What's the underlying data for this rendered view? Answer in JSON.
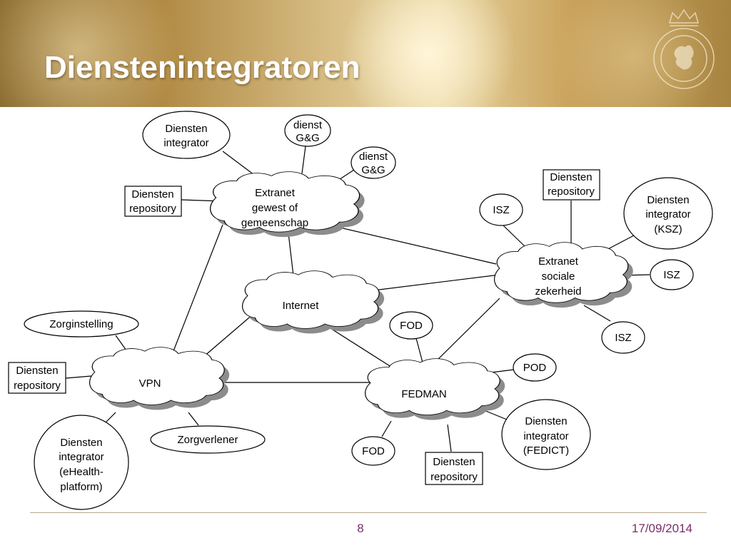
{
  "slide": {
    "title": "Dienstenintegratoren",
    "page_number": "8",
    "date": "17/09/2014"
  },
  "diagram": {
    "clouds": {
      "extranet_gewest": [
        "Extranet",
        "gewest of",
        "gemeenschap"
      ],
      "internet": [
        "Internet"
      ],
      "extranet_sociale": [
        "Extranet",
        "sociale",
        "zekerheid"
      ],
      "vpn": [
        "VPN"
      ],
      "fedman": [
        "FEDMAN"
      ]
    },
    "nodes": {
      "diensten_integrator_top": [
        "Diensten",
        "integrator"
      ],
      "dienst_gg_1": [
        "dienst",
        "G&G"
      ],
      "dienst_gg_2": [
        "dienst",
        "G&G"
      ],
      "diensten_repository_left": [
        "Diensten",
        "repository"
      ],
      "diensten_repository_ksz": [
        "Diensten",
        "repository"
      ],
      "isz_top": [
        "ISZ"
      ],
      "diensten_integrator_ksz": [
        "Diensten",
        "integrator",
        "(KSZ)"
      ],
      "isz_right": [
        "ISZ"
      ],
      "isz_bottom": [
        "ISZ"
      ],
      "zorginstelling": [
        "Zorginstelling"
      ],
      "diensten_repository_vpn": [
        "Diensten",
        "repository"
      ],
      "diensten_integrator_ehealth": [
        "Diensten",
        "integrator",
        "(eHealth-",
        "platform)"
      ],
      "zorgverlener": [
        "Zorgverlener"
      ],
      "fod_top": [
        "FOD"
      ],
      "pod": [
        "POD"
      ],
      "diensten_integrator_fedict": [
        "Diensten",
        "integrator",
        "(FEDICT)"
      ],
      "diensten_repository_fedman": [
        "Diensten",
        "repository"
      ],
      "fod_bottom": [
        "FOD"
      ]
    }
  },
  "colors": {
    "accent_footer": "#7b2d67",
    "header_gold": "#b08a44"
  }
}
